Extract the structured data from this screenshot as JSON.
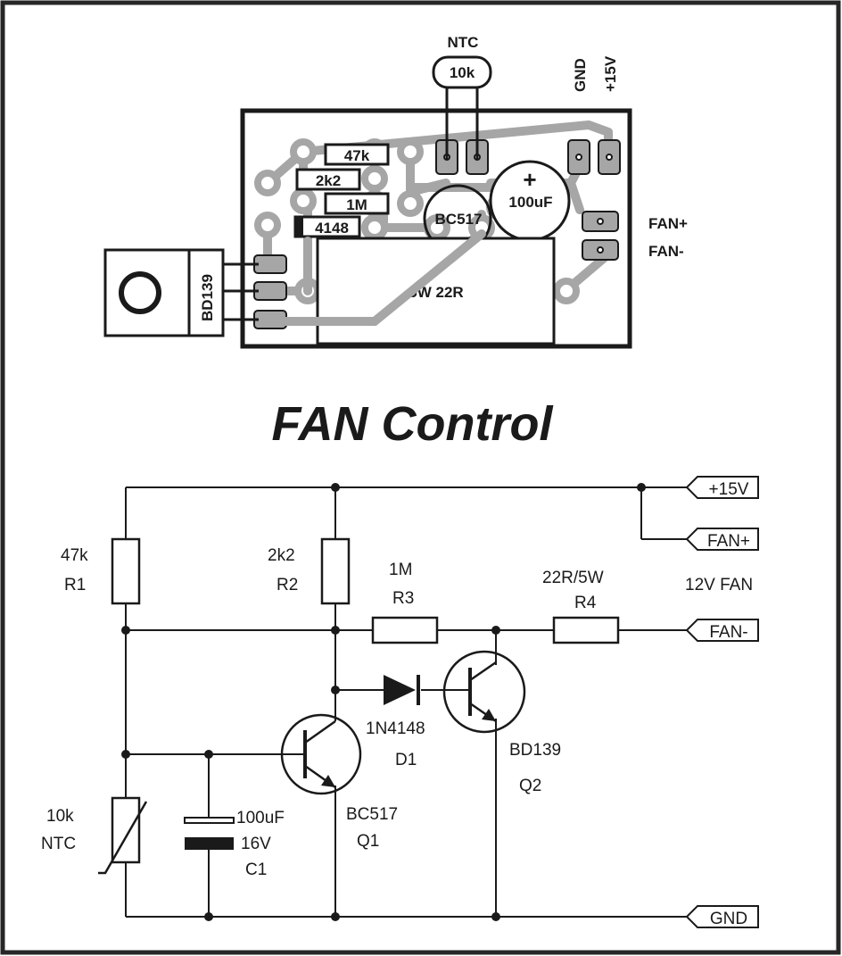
{
  "title": "FAN Control",
  "pcb": {
    "ntc_label": "NTC",
    "ntc_value": "10k",
    "gnd": "GND",
    "v15": "+15V",
    "r47k": "47k",
    "r2k2": "2k2",
    "r1m": "1M",
    "d4148": "4148",
    "q1": "BC517",
    "cap": "100uF",
    "cap_plus": "+",
    "fan_plus": "FAN+",
    "fan_minus": "FAN-",
    "bd139": "BD139",
    "r22": "5W 22R"
  },
  "schematic": {
    "port_15v": "+15V",
    "port_fanp": "FAN+",
    "port_fanm": "FAN-",
    "port_gnd": "GND",
    "fan_label": "12V FAN",
    "r1_value": "47k",
    "r1_ref": "R1",
    "r2_value": "2k2",
    "r2_ref": "R2",
    "r3_value": "1M",
    "r3_ref": "R3",
    "r4_value": "22R/5W",
    "r4_ref": "R4",
    "d1_value": "1N4148",
    "d1_ref": "D1",
    "q1_value": "BC517",
    "q1_ref": "Q1",
    "q2_value": "BD139",
    "q2_ref": "Q2",
    "c1_value": "100uF",
    "c1_volt": "16V",
    "c1_ref": "C1",
    "ntc_value": "10k",
    "ntc_ref": "NTC"
  },
  "colors": {
    "trace": "#a6a6a6",
    "ink": "#1a1a1a",
    "border": "#262626"
  }
}
